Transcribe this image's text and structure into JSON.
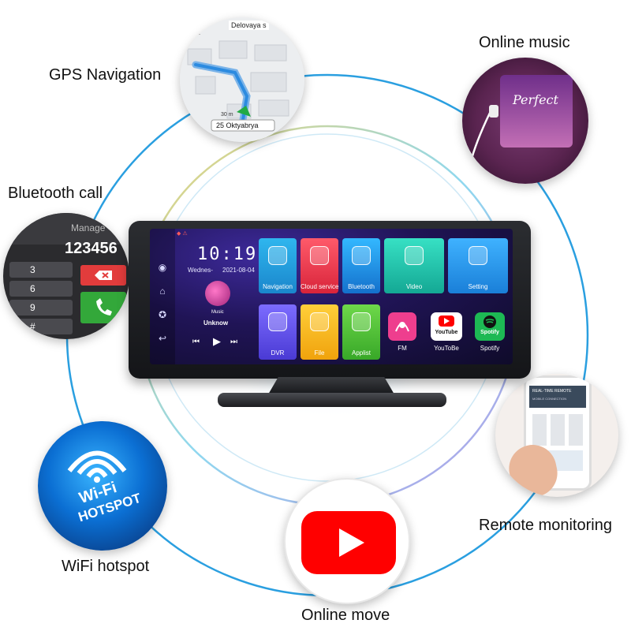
{
  "captions": {
    "gps": "GPS Navigation",
    "music": "Online music",
    "bluetooth": "Bluetooth call",
    "wifi": "WiFi hotspot",
    "youtube": "Online move",
    "remote": "Remote monitoring"
  },
  "map_bubble": {
    "street_top": "Delovaya s",
    "street_bottom": "25 Oktyabrya",
    "distance": "30 m",
    "fragment": "sa"
  },
  "music_bubble": {
    "album_title": "Perfect"
  },
  "keypad_bubble": {
    "header": "Manage",
    "number": "123456",
    "keys": [
      "3",
      "6",
      "9",
      "#"
    ]
  },
  "wifi_bubble": {
    "line1": "Wi-Fi",
    "line2": "HOTSPOT"
  },
  "phone_bubble": {
    "header": "REAL-TIME REMOTE",
    "sub": "MOBILE CONNECTION"
  },
  "device": {
    "clock": "10:19",
    "day": "Wednes-",
    "date": "2021-08-04",
    "music_label": "Music",
    "music_title": "Unknow",
    "apps": [
      {
        "label": "Navigation",
        "icon": "location-pin-icon",
        "color": "#27a8e6"
      },
      {
        "label": "Cloud service",
        "icon": "cloud-icon",
        "color": "#e8384b"
      },
      {
        "label": "Bluetooth",
        "icon": "bluetooth-icon",
        "color": "#1f9be0"
      },
      {
        "label": "Video",
        "icon": "film-icon",
        "color": "#22c9b2"
      },
      {
        "label": "Setting",
        "icon": "gears-icon",
        "color": "#2a9ee8"
      },
      {
        "label": "DVR",
        "icon": "camera-icon",
        "color": "#5b5bea"
      },
      {
        "label": "File",
        "icon": "folder-icon",
        "color": "#f5b816"
      },
      {
        "label": "Applist",
        "icon": "grid-icon",
        "color": "#4ec23a"
      },
      {
        "label": "FM",
        "icon": "radio-icon",
        "color": "#ee3e8e"
      },
      {
        "label": "YouToBe",
        "icon": "youtube-icon",
        "color": "#ffffff"
      },
      {
        "label": "Spotify",
        "icon": "spotify-icon",
        "color": "#1db954"
      }
    ],
    "youtube_logo_text": "YouTube",
    "spotify_logo_text": "Spotify"
  }
}
